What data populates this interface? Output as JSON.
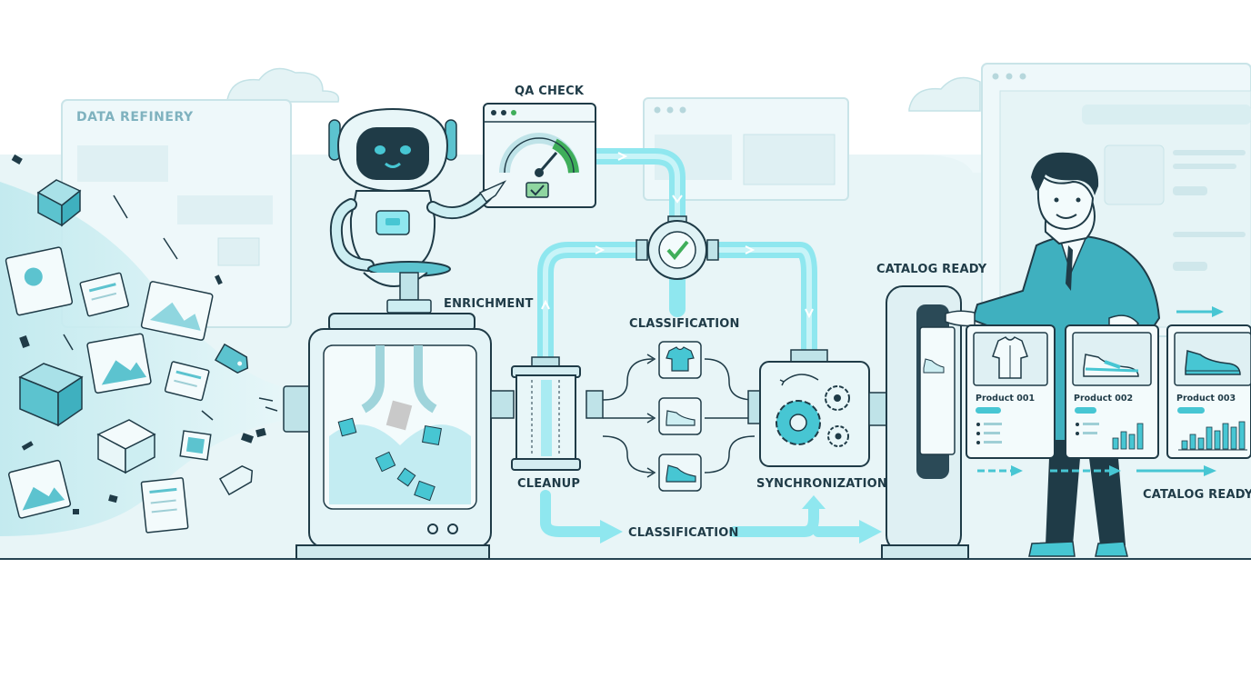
{
  "title": "DATA REFINERY",
  "stages": {
    "qa_check": "QA CHECK",
    "enrichment": "ENRICHMENT",
    "classification_top": "CLASSIFICATION",
    "cleanup": "CLEANUP",
    "classification_bottom": "CLASSIFICATION",
    "synchronization": "SYNCHRONIZATION",
    "catalog_ready_top": "CATALOG READY",
    "catalog_ready_bottom": "CATALOG READY"
  },
  "products": [
    {
      "name": "Product 001",
      "icon": "shirt-icon"
    },
    {
      "name": "Product 002",
      "icon": "sneaker-icon"
    },
    {
      "name": "Product 003",
      "icon": "running-shoe-icon"
    }
  ],
  "classification_icons": [
    "tshirt-icon",
    "sneaker-icon",
    "shoe-icon"
  ],
  "colors": {
    "accent": "#47c6d3",
    "pipe": "#8fe7ef",
    "ink": "#1f3b47",
    "panel": "#e9f6f8",
    "gauge_good": "#3fae5a"
  }
}
